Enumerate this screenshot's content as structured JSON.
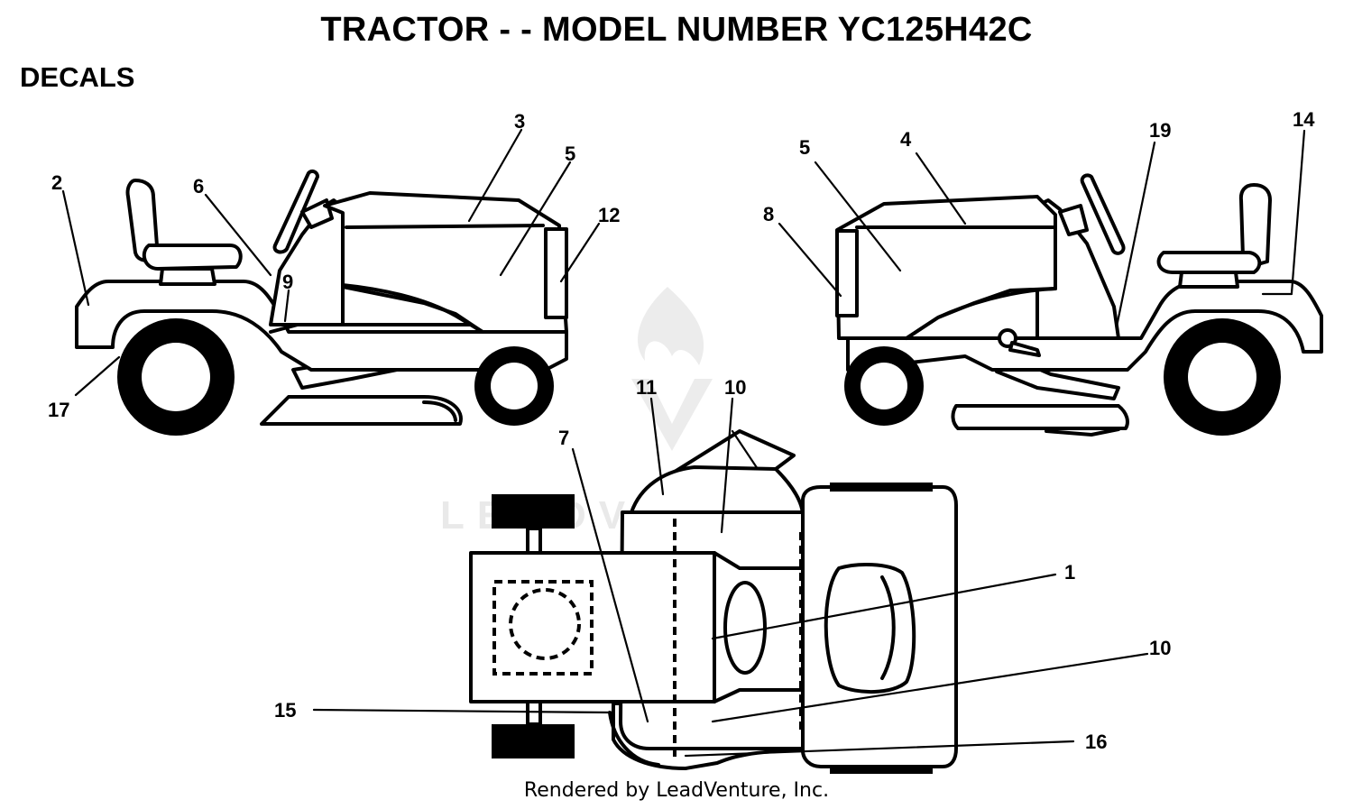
{
  "header": {
    "title": "TRACTOR - - MODEL NUMBER YC125H42C",
    "section": "DECALS"
  },
  "footer": {
    "text": "Rendered by LeadVenture, Inc."
  },
  "watermark": {
    "text": "LEADVENTURE"
  },
  "callouts": [
    {
      "id": "left-2",
      "label": "2"
    },
    {
      "id": "left-6",
      "label": "6"
    },
    {
      "id": "left-3",
      "label": "3"
    },
    {
      "id": "left-5",
      "label": "5"
    },
    {
      "id": "left-12",
      "label": "12"
    },
    {
      "id": "left-9",
      "label": "9"
    },
    {
      "id": "left-17",
      "label": "17"
    },
    {
      "id": "right-5",
      "label": "5"
    },
    {
      "id": "right-4",
      "label": "4"
    },
    {
      "id": "right-8",
      "label": "8"
    },
    {
      "id": "right-19",
      "label": "19"
    },
    {
      "id": "right-14",
      "label": "14"
    },
    {
      "id": "top-11",
      "label": "11"
    },
    {
      "id": "top-10a",
      "label": "10"
    },
    {
      "id": "top-7",
      "label": "7"
    },
    {
      "id": "top-1",
      "label": "1"
    },
    {
      "id": "top-10b",
      "label": "10"
    },
    {
      "id": "top-15",
      "label": "15"
    },
    {
      "id": "top-16",
      "label": "16"
    }
  ]
}
